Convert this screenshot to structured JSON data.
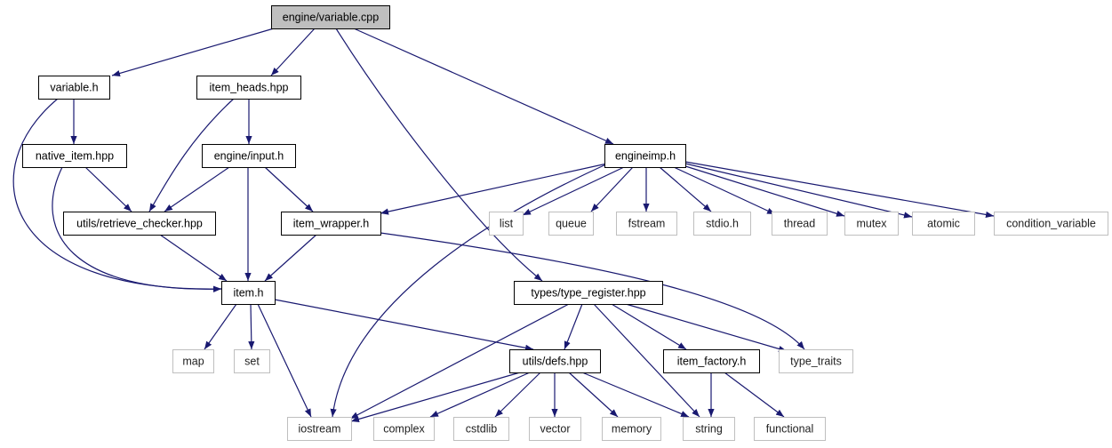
{
  "colors": {
    "edge": "#191970",
    "root_fill": "#bfbfbf",
    "root_stroke": "#000000",
    "local_stroke": "#000000",
    "system_stroke": "#bfbfbf",
    "background": "#ffffff"
  },
  "nodes": [
    {
      "id": "variable_cpp",
      "label": "engine/variable.cpp",
      "kind": "root"
    },
    {
      "id": "variable_h",
      "label": "variable.h",
      "kind": "local"
    },
    {
      "id": "item_heads",
      "label": "item_heads.hpp",
      "kind": "local"
    },
    {
      "id": "native_item",
      "label": "native_item.hpp",
      "kind": "local"
    },
    {
      "id": "engine_input",
      "label": "engine/input.h",
      "kind": "local"
    },
    {
      "id": "engineimp",
      "label": "engineimp.h",
      "kind": "local"
    },
    {
      "id": "retrieve_checker",
      "label": "utils/retrieve_checker.hpp",
      "kind": "local"
    },
    {
      "id": "item_wrapper",
      "label": "item_wrapper.h",
      "kind": "local"
    },
    {
      "id": "list",
      "label": "list",
      "kind": "system"
    },
    {
      "id": "queue",
      "label": "queue",
      "kind": "system"
    },
    {
      "id": "fstream",
      "label": "fstream",
      "kind": "system"
    },
    {
      "id": "stdio",
      "label": "stdio.h",
      "kind": "system"
    },
    {
      "id": "thread",
      "label": "thread",
      "kind": "system"
    },
    {
      "id": "mutex",
      "label": "mutex",
      "kind": "system"
    },
    {
      "id": "atomic",
      "label": "atomic",
      "kind": "system"
    },
    {
      "id": "condition_variable",
      "label": "condition_variable",
      "kind": "system"
    },
    {
      "id": "item_h",
      "label": "item.h",
      "kind": "local"
    },
    {
      "id": "type_register",
      "label": "types/type_register.hpp",
      "kind": "local"
    },
    {
      "id": "map",
      "label": "map",
      "kind": "system"
    },
    {
      "id": "set",
      "label": "set",
      "kind": "system"
    },
    {
      "id": "utils_defs",
      "label": "utils/defs.hpp",
      "kind": "local"
    },
    {
      "id": "item_factory",
      "label": "item_factory.h",
      "kind": "local"
    },
    {
      "id": "type_traits",
      "label": "type_traits",
      "kind": "system"
    },
    {
      "id": "iostream",
      "label": "iostream",
      "kind": "system"
    },
    {
      "id": "complex",
      "label": "complex",
      "kind": "system"
    },
    {
      "id": "cstdlib",
      "label": "cstdlib",
      "kind": "system"
    },
    {
      "id": "vector",
      "label": "vector",
      "kind": "system"
    },
    {
      "id": "memory",
      "label": "memory",
      "kind": "system"
    },
    {
      "id": "string",
      "label": "string",
      "kind": "system"
    },
    {
      "id": "functional",
      "label": "functional",
      "kind": "system"
    }
  ],
  "edges": [
    {
      "from": "variable_cpp",
      "to": "variable_h"
    },
    {
      "from": "variable_cpp",
      "to": "item_heads"
    },
    {
      "from": "variable_cpp",
      "to": "type_register"
    },
    {
      "from": "variable_cpp",
      "to": "engineimp"
    },
    {
      "from": "variable_h",
      "to": "native_item"
    },
    {
      "from": "variable_h",
      "to": "item_h"
    },
    {
      "from": "native_item",
      "to": "retrieve_checker"
    },
    {
      "from": "native_item",
      "to": "item_h"
    },
    {
      "from": "item_heads",
      "to": "retrieve_checker"
    },
    {
      "from": "item_heads",
      "to": "engine_input"
    },
    {
      "from": "engine_input",
      "to": "retrieve_checker"
    },
    {
      "from": "engine_input",
      "to": "item_wrapper"
    },
    {
      "from": "engine_input",
      "to": "item_h"
    },
    {
      "from": "retrieve_checker",
      "to": "item_h"
    },
    {
      "from": "item_wrapper",
      "to": "item_h"
    },
    {
      "from": "item_wrapper",
      "to": "type_traits"
    },
    {
      "from": "engineimp",
      "to": "item_wrapper"
    },
    {
      "from": "engineimp",
      "to": "iostream"
    },
    {
      "from": "engineimp",
      "to": "list"
    },
    {
      "from": "engineimp",
      "to": "queue"
    },
    {
      "from": "engineimp",
      "to": "fstream"
    },
    {
      "from": "engineimp",
      "to": "stdio"
    },
    {
      "from": "engineimp",
      "to": "thread"
    },
    {
      "from": "engineimp",
      "to": "mutex"
    },
    {
      "from": "engineimp",
      "to": "atomic"
    },
    {
      "from": "engineimp",
      "to": "condition_variable"
    },
    {
      "from": "item_h",
      "to": "map"
    },
    {
      "from": "item_h",
      "to": "set"
    },
    {
      "from": "item_h",
      "to": "iostream"
    },
    {
      "from": "item_h",
      "to": "utils_defs"
    },
    {
      "from": "type_register",
      "to": "iostream"
    },
    {
      "from": "type_register",
      "to": "utils_defs"
    },
    {
      "from": "type_register",
      "to": "string"
    },
    {
      "from": "type_register",
      "to": "item_factory"
    },
    {
      "from": "type_register",
      "to": "type_traits"
    },
    {
      "from": "utils_defs",
      "to": "iostream"
    },
    {
      "from": "utils_defs",
      "to": "complex"
    },
    {
      "from": "utils_defs",
      "to": "cstdlib"
    },
    {
      "from": "utils_defs",
      "to": "vector"
    },
    {
      "from": "utils_defs",
      "to": "memory"
    },
    {
      "from": "utils_defs",
      "to": "string"
    },
    {
      "from": "item_factory",
      "to": "string"
    },
    {
      "from": "item_factory",
      "to": "functional"
    }
  ]
}
